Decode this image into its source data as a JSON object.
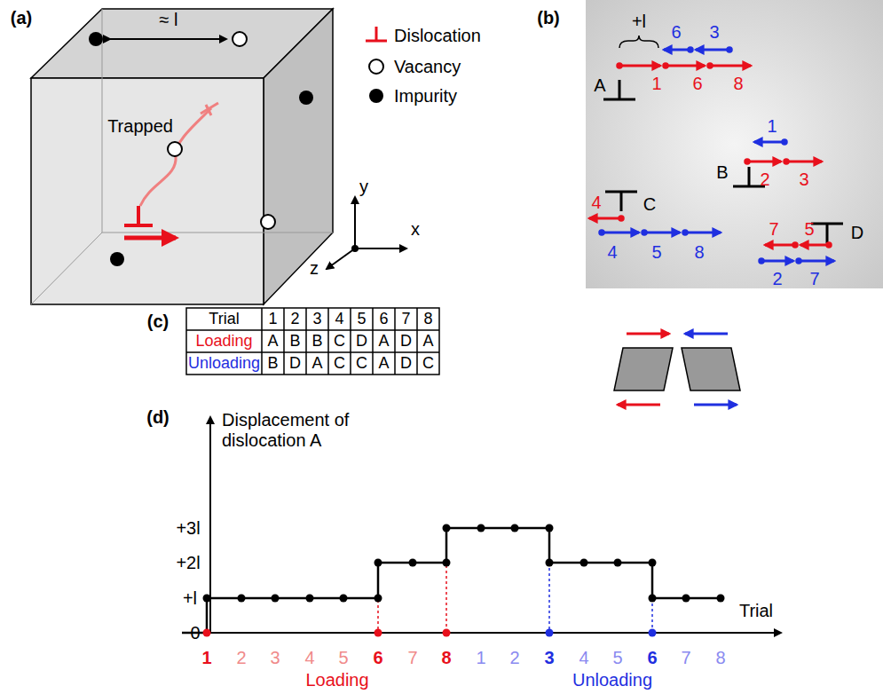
{
  "diagram": {
    "labels": [
      "(a)",
      "≈ l",
      "Trapped",
      "y",
      "x",
      "z",
      "(b)",
      "+l",
      "6",
      "3",
      "A",
      "1",
      "6",
      "8",
      "1",
      "B",
      "2",
      "3",
      "4",
      "C",
      "4",
      "5",
      "8",
      "7",
      "5",
      "D",
      "2",
      "7",
      "(c)",
      "Trial",
      "1",
      "2",
      "3",
      "4",
      "5",
      "6",
      "7",
      "8",
      "Loading",
      "A",
      "B",
      "B",
      "C",
      "D",
      "A",
      "D",
      "A",
      "Unloading",
      "B",
      "D",
      "A",
      "C",
      "C",
      "A",
      "D",
      "C",
      "(d)",
      "Displacement of dislocation A",
      "+3l",
      "+2l",
      "+l",
      "0",
      "Trial",
      "1",
      "2",
      "3",
      "4",
      "5",
      "6",
      "7",
      "8",
      "1",
      "2",
      "3",
      "4",
      "5",
      "6",
      "7",
      "8",
      "Loading",
      "Unloading"
    ],
    "legend": [
      {
        "text": "Dislocation"
      },
      {
        "text": "Vacancy"
      },
      {
        "text": "Impurity"
      }
    ]
  }
}
